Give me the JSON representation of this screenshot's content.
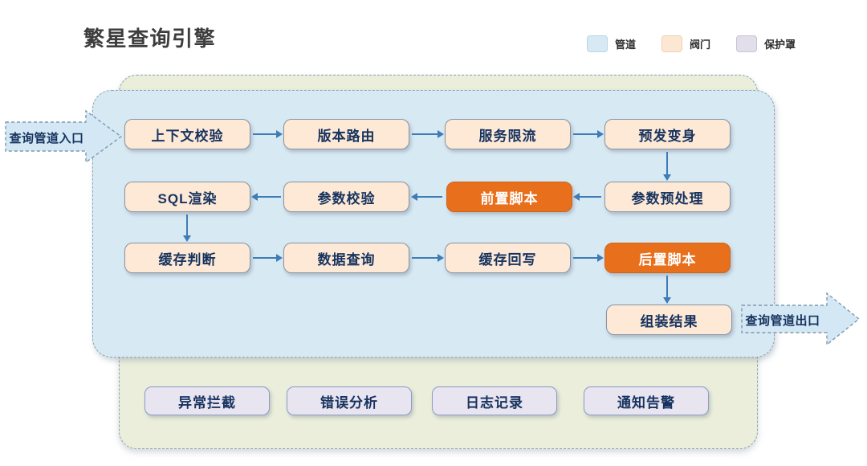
{
  "title": "繁星查询引擎",
  "legend": [
    {
      "label": "管道",
      "color": "#d7e9f3"
    },
    {
      "label": "阀门",
      "color": "#fbe7d2"
    },
    {
      "label": "保护罩",
      "color": "#e2dfea"
    }
  ],
  "entrance": {
    "label": "查询管道入口"
  },
  "exit": {
    "label": "查询管道出口"
  },
  "pipeline": {
    "row1": [
      "上下文校验",
      "版本路由",
      "服务限流",
      "预发变身"
    ],
    "row2": [
      "SQL渲染",
      "参数校验",
      "前置脚本",
      "参数预处理"
    ],
    "row3": [
      "缓存判断",
      "数据查询",
      "缓存回写",
      "后置脚本"
    ],
    "row4": [
      "组装结果"
    ]
  },
  "shield": [
    "异常拦截",
    "错误分析",
    "日志记录",
    "通知告警"
  ],
  "colors": {
    "pipe_fill": "#d7e9f3",
    "valve_fill": "#fde9d6",
    "shield_container_fill": "#eaeeda",
    "shield_node_fill": "#e8e4f0",
    "script_fill": "#e8701d",
    "flow_arrow": "#3f7cb6",
    "node_text": "#17335f",
    "dashed_border": "#8ba3b5"
  }
}
